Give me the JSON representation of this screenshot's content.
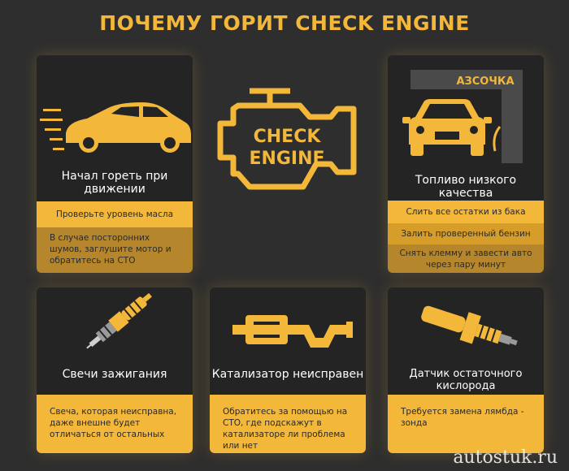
{
  "title": "ПОЧЕМУ ГОРИТ CHECK ENGINE",
  "center": {
    "line1": "CHECK",
    "line2": "ENGINE"
  },
  "cards": {
    "driving": {
      "label": "Начал гореть при движении",
      "band1": "Проверьте уровень масла",
      "band2": "В случае посторонних шумов, заглушите мотор и обратитесь на СТО"
    },
    "fuel": {
      "sign": "АЗСОЧКА",
      "label": "Топливо низкого качества",
      "band1": "Слить все остатки из бака",
      "band2": "Залить проверенный бензин",
      "band3": "Снять клемму и завести авто через пару минут"
    },
    "spark": {
      "label": "Свечи зажигания",
      "text": "Свеча, которая неисправна, даже внешне будет отличаться от остальных"
    },
    "catalyst": {
      "label": "Катализатор неисправен",
      "text": "Обратитесь за помощью на СТО, где подскажут в катализаторе ли проблема или нет"
    },
    "oxygen": {
      "label": "Датчик остаточного кислорода",
      "text": "Требуется замена лямбда - зонда"
    }
  },
  "watermark": "autostuk.ru",
  "colors": {
    "accent": "#f3b73a",
    "background": "#2e2e2e",
    "card": "#242424"
  }
}
